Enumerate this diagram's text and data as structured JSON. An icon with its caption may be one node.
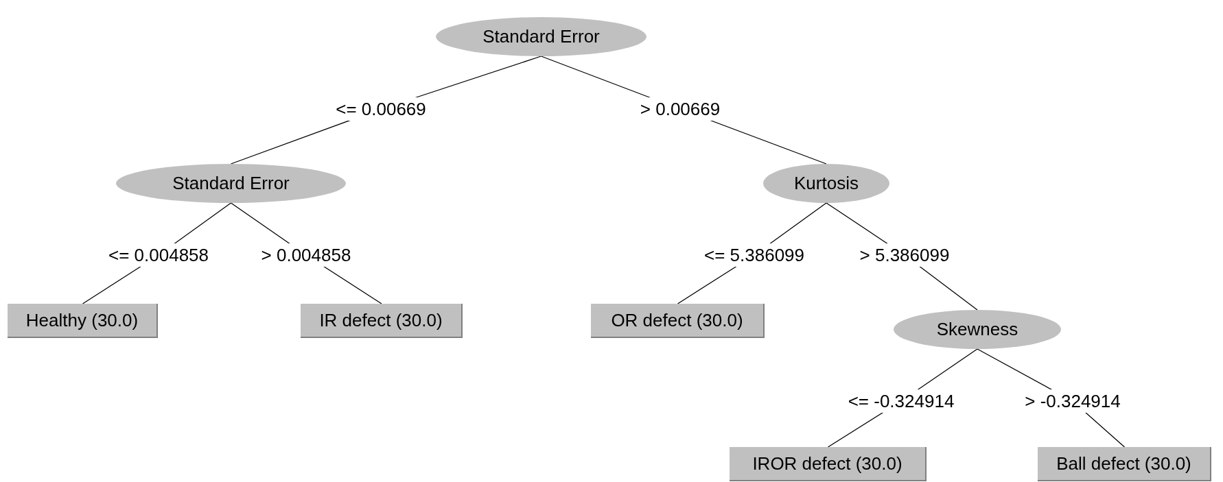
{
  "diagram": {
    "nodes": [
      {
        "text": [
          "Standard Error"
        ]
      },
      {
        "text": [
          "Standard Error"
        ]
      },
      {
        "text": [
          "Kurtosis"
        ]
      },
      {
        "text": [
          "Healthy (30.0)"
        ]
      },
      {
        "text": [
          "IR defect (30.0)"
        ]
      },
      {
        "text": [
          "OR defect (30.0)"
        ]
      },
      {
        "text": [
          "Skewness"
        ]
      },
      {
        "text": [
          "IROR defect (30.0)"
        ]
      },
      {
        "text": [
          "Ball defect (30.0)"
        ]
      }
    ],
    "edges": [
      {
        "from": 0,
        "to": 1,
        "arrow": "none",
        "label": "<= 0.00669"
      },
      {
        "from": 0,
        "to": 2,
        "arrow": "none",
        "label": "> 0.00669"
      },
      {
        "from": 1,
        "to": 3,
        "arrow": "none",
        "label": "<= 0.004858"
      },
      {
        "from": 1,
        "to": 4,
        "arrow": "none",
        "label": "> 0.004858"
      },
      {
        "from": 2,
        "to": 5,
        "arrow": "none",
        "label": "<= 5.386099"
      },
      {
        "from": 2,
        "to": 6,
        "arrow": "none",
        "label": "> 5.386099"
      },
      {
        "from": 6,
        "to": 7,
        "arrow": "none",
        "label": "<= -0.324914"
      },
      {
        "from": 6,
        "to": 8,
        "arrow": "none",
        "label": "> -0.324914"
      }
    ]
  }
}
